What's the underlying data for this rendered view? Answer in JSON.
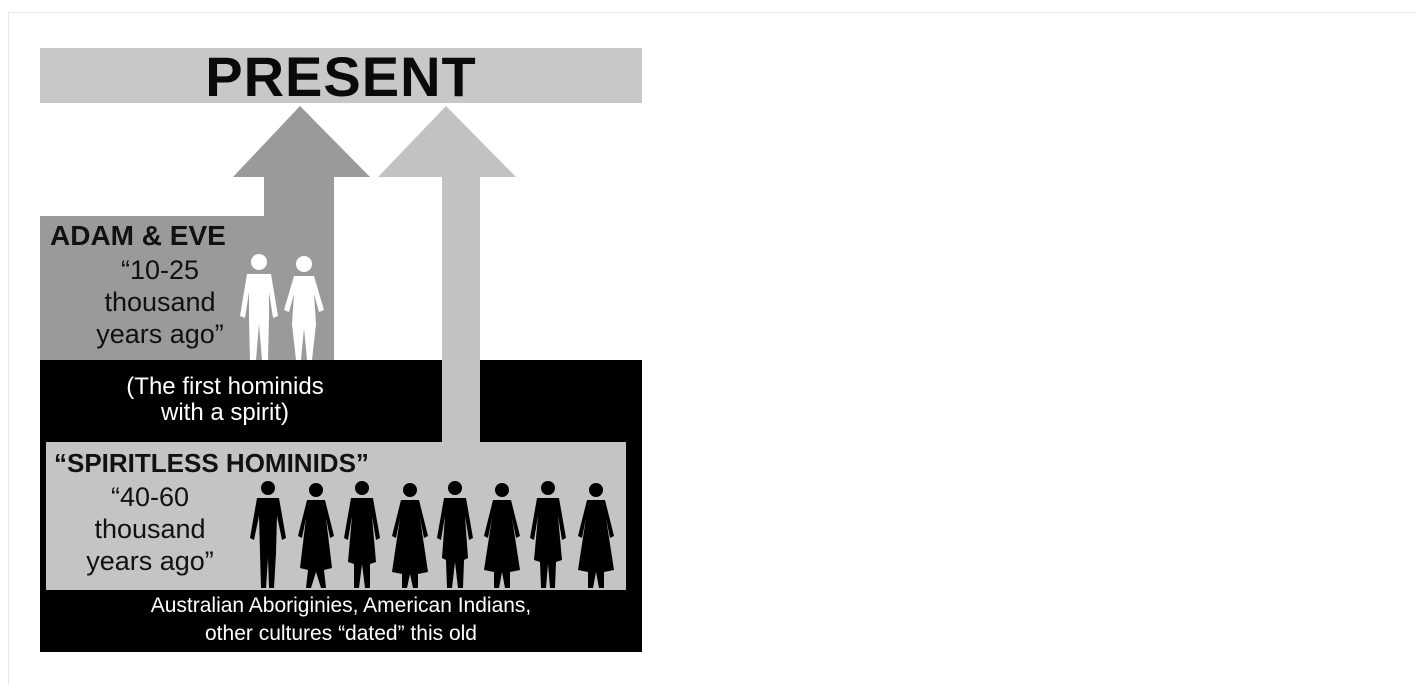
{
  "present_label": "PRESENT",
  "adam_eve": {
    "title": "ADAM & EVE",
    "date_line1": "“10-25",
    "date_line2": "thousand",
    "date_line3": "years ago”",
    "note_line1": "(The first hominids",
    "note_line2": "with a spirit)"
  },
  "spiritless": {
    "title": "“SPIRITLESS HOMINIDS”",
    "date_line1": "“40-60",
    "date_line2": "thousand",
    "date_line3": "years ago”"
  },
  "caption_line1": "Australian Aboriginies, American Indians,",
  "caption_line2": "other cultures “dated” this old",
  "colors": {
    "present_band": "#c8c8c8",
    "adam_arrow": "#9a9a9a",
    "spirit_arrow": "#c2c2c2",
    "black_band": "#000000",
    "spiritless_box": "#c4c4c4",
    "human_silhouette_white": "#ffffff",
    "human_silhouette_black": "#000000"
  },
  "figure_count": {
    "adam_eve": 2,
    "spiritless": 8
  }
}
